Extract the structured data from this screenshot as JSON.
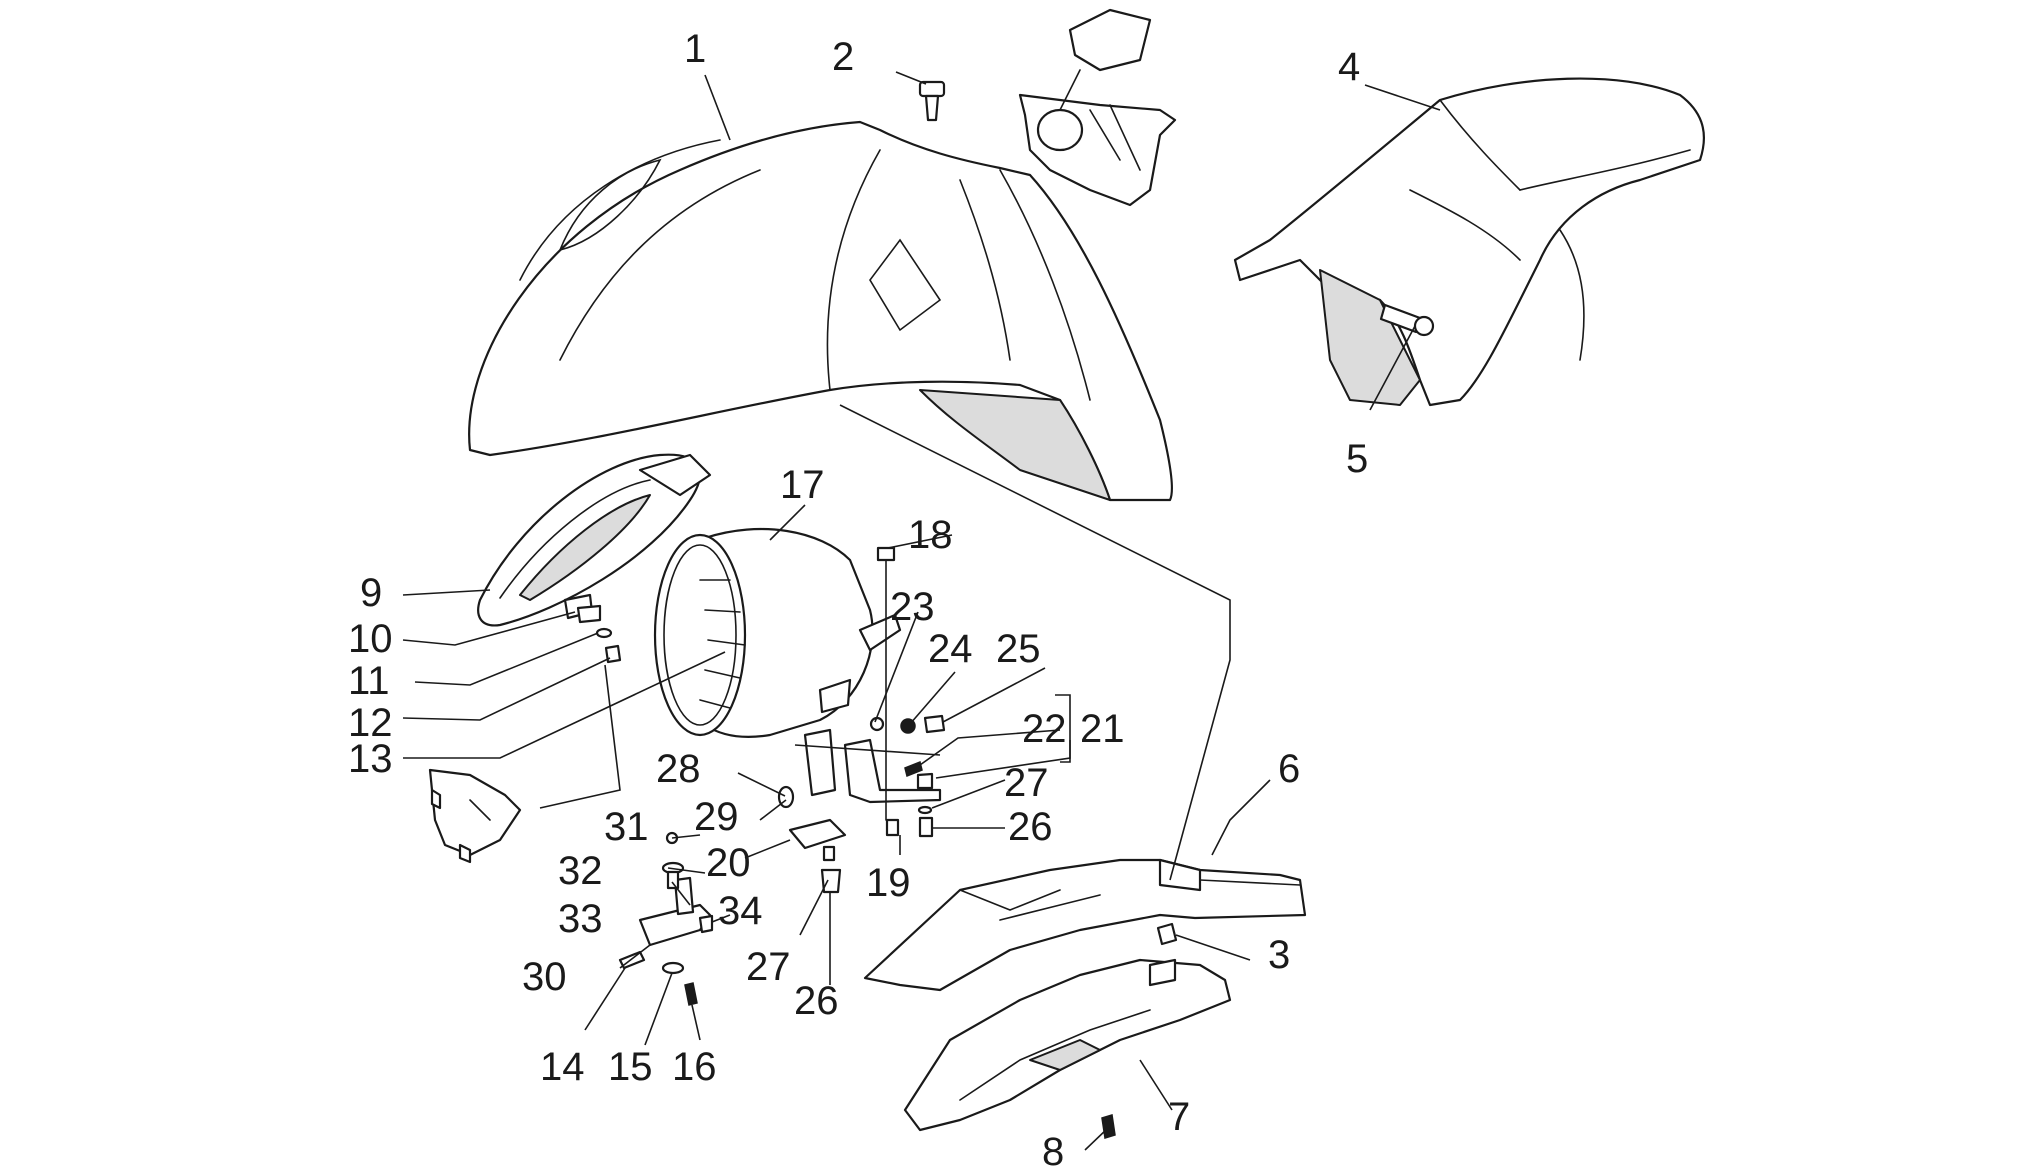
{
  "callouts": [
    "1",
    "2",
    "3",
    "4",
    "5",
    "6",
    "7",
    "8",
    "9",
    "10",
    "11",
    "12",
    "13",
    "14",
    "15",
    "16",
    "17",
    "18",
    "19",
    "20",
    "21",
    "22",
    "23",
    "24",
    "25",
    "26",
    "27",
    "28",
    "29",
    "30",
    "31",
    "32",
    "33",
    "34",
    "27",
    "26"
  ],
  "colors": {
    "line": "#1a1a1a",
    "background": "#ffffff",
    "shade": "#dcdcdc"
  }
}
